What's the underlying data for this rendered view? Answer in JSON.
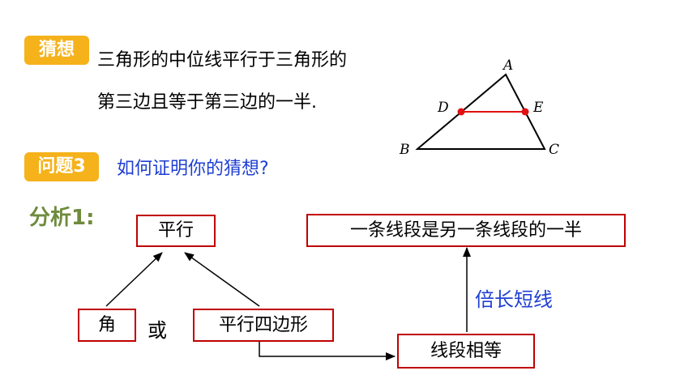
{
  "conjecture": {
    "badge": "猜想",
    "line1": "三角形的中位线平行于三角形的",
    "line2": "第三边且等于第三边的一半."
  },
  "figure": {
    "labels": {
      "A": "A",
      "B": "B",
      "C": "C",
      "D": "D",
      "E": "E"
    },
    "colors": {
      "triangle": "#000000",
      "midline": "#e01010",
      "points": "#e01010"
    }
  },
  "question": {
    "badge": "问题3",
    "text": "如何证明你的猜想?"
  },
  "analysis": {
    "label": "分析1:",
    "boxes": {
      "parallel": "平行",
      "angle": "角",
      "parallelogram": "平行四边形",
      "segments_equal": "线段相等",
      "half": "一条线段是另一条线段的一半"
    },
    "or_text": "或",
    "double_median": "倍长短线"
  }
}
